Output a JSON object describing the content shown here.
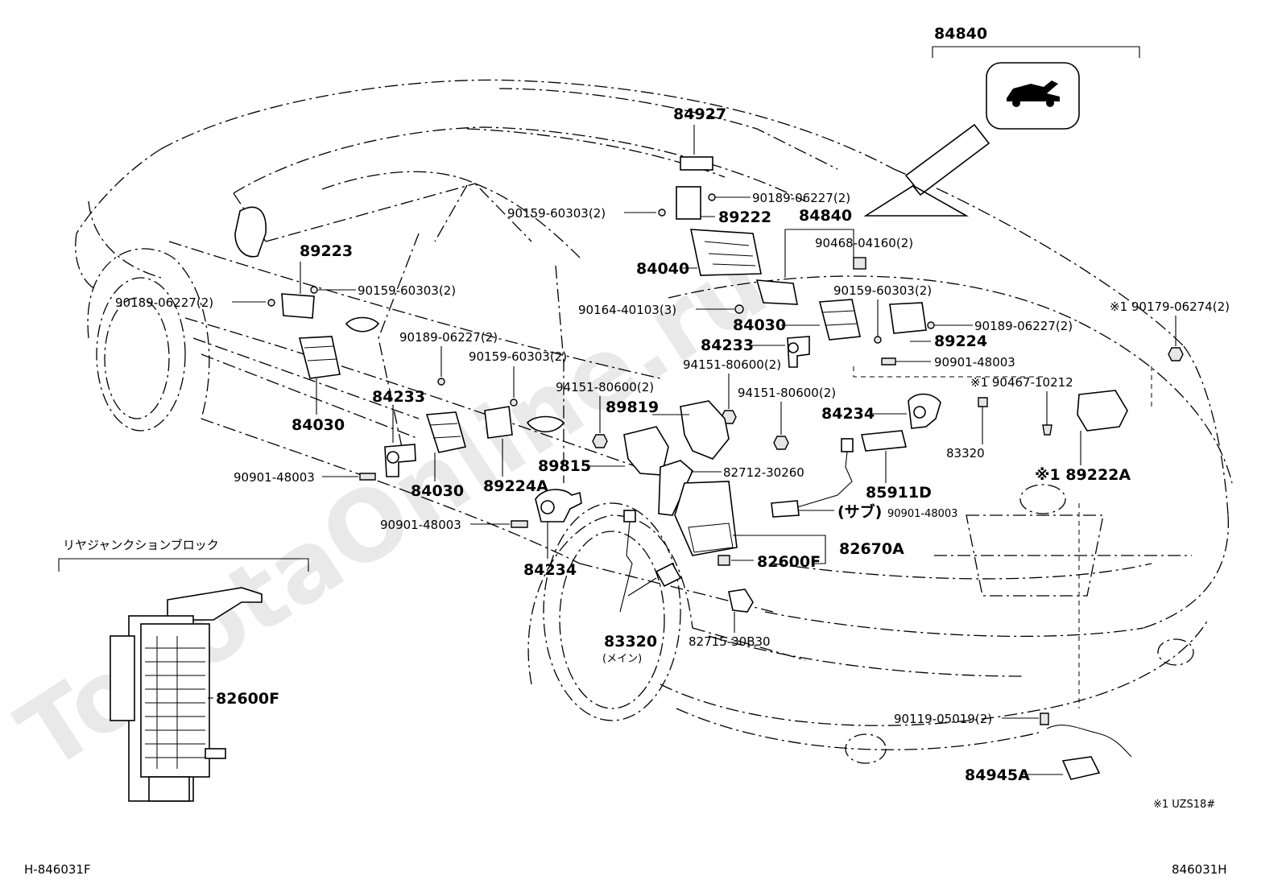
{
  "diagram": {
    "callouts": [
      {
        "id": "c-84840-top",
        "text": "84840"
      },
      {
        "id": "c-84927",
        "text": "84927"
      },
      {
        "id": "c-90189-06227-a",
        "text": "90189-06227(2)"
      },
      {
        "id": "c-90159-60303-a",
        "text": "90159-60303(2)"
      },
      {
        "id": "c-89222",
        "text": "89222"
      },
      {
        "id": "c-84840-mid",
        "text": "84840"
      },
      {
        "id": "c-90468-04160",
        "text": "90468-04160(2)"
      },
      {
        "id": "c-84040",
        "text": "84040"
      },
      {
        "id": "c-89223",
        "text": "89223"
      },
      {
        "id": "c-90159-60303-b",
        "text": "90159-60303(2)"
      },
      {
        "id": "c-90189-06227-b",
        "text": "90189-06227(2)"
      },
      {
        "id": "c-90159-60303-c",
        "text": "90159-60303(2)"
      },
      {
        "id": "c-90164-40103",
        "text": "90164-40103(3)"
      },
      {
        "id": "c-90189-06227-c",
        "text": "90189-06227(2)"
      },
      {
        "id": "c-90189-06227-d",
        "text": "90189-06227(2)"
      },
      {
        "id": "c-84030-a",
        "text": "84030"
      },
      {
        "id": "c-89224",
        "text": "89224"
      },
      {
        "id": "c-90179-06274",
        "text": "※1 90179-06274(2)"
      },
      {
        "id": "c-90159-60303-d",
        "text": "90159-60303(2)"
      },
      {
        "id": "c-84233-a",
        "text": "84233"
      },
      {
        "id": "c-94151-80600-a",
        "text": "94151-80600(2)"
      },
      {
        "id": "c-90901-48003-a",
        "text": "90901-48003"
      },
      {
        "id": "c-94151-80600-b",
        "text": "94151-80600(2)"
      },
      {
        "id": "c-94151-80600-c",
        "text": "94151-80600(2)"
      },
      {
        "id": "c-90467-10212",
        "text": "※1 90467-10212"
      },
      {
        "id": "c-84030-b",
        "text": "84030"
      },
      {
        "id": "c-84233-b",
        "text": "84233"
      },
      {
        "id": "c-89819",
        "text": "89819"
      },
      {
        "id": "c-84234-a",
        "text": "84234"
      },
      {
        "id": "c-90901-48003-b",
        "text": "90901-48003"
      },
      {
        "id": "c-89815",
        "text": "89815"
      },
      {
        "id": "c-82712-30260",
        "text": "82712-30260"
      },
      {
        "id": "c-90901-48003-c",
        "text": "90901-48003"
      },
      {
        "id": "c-84030-c",
        "text": "84030"
      },
      {
        "id": "c-89224a",
        "text": "89224A"
      },
      {
        "id": "c-89222a",
        "text": "※1 89222A"
      },
      {
        "id": "c-85911d",
        "text": "85911D"
      },
      {
        "id": "c-83320-sub",
        "text": "83320"
      },
      {
        "id": "c-83320-sub-note",
        "text": "(サブ)"
      },
      {
        "id": "c-90901-48003-d",
        "text": "90901-48003"
      },
      {
        "id": "c-82670a",
        "text": "82670A"
      },
      {
        "id": "c-84234-b",
        "text": "84234"
      },
      {
        "id": "c-82600f-a",
        "text": "82600F"
      },
      {
        "id": "c-83320-main",
        "text": "83320"
      },
      {
        "id": "c-83320-main-note",
        "text": "(メイン)"
      },
      {
        "id": "c-82715-30b30",
        "text": "82715-30B30"
      },
      {
        "id": "c-90119-05019",
        "text": "90119-05019(2)"
      },
      {
        "id": "c-84945a",
        "text": "84945A"
      },
      {
        "id": "c-82600f-b",
        "text": "82600F"
      }
    ],
    "inset_title": "リヤジャンクションブロック",
    "footnote": "※1 UZS18#",
    "footer_left": "H-846031F",
    "footer_right": "846031H",
    "watermark": "ToyotaOnline.ru"
  }
}
